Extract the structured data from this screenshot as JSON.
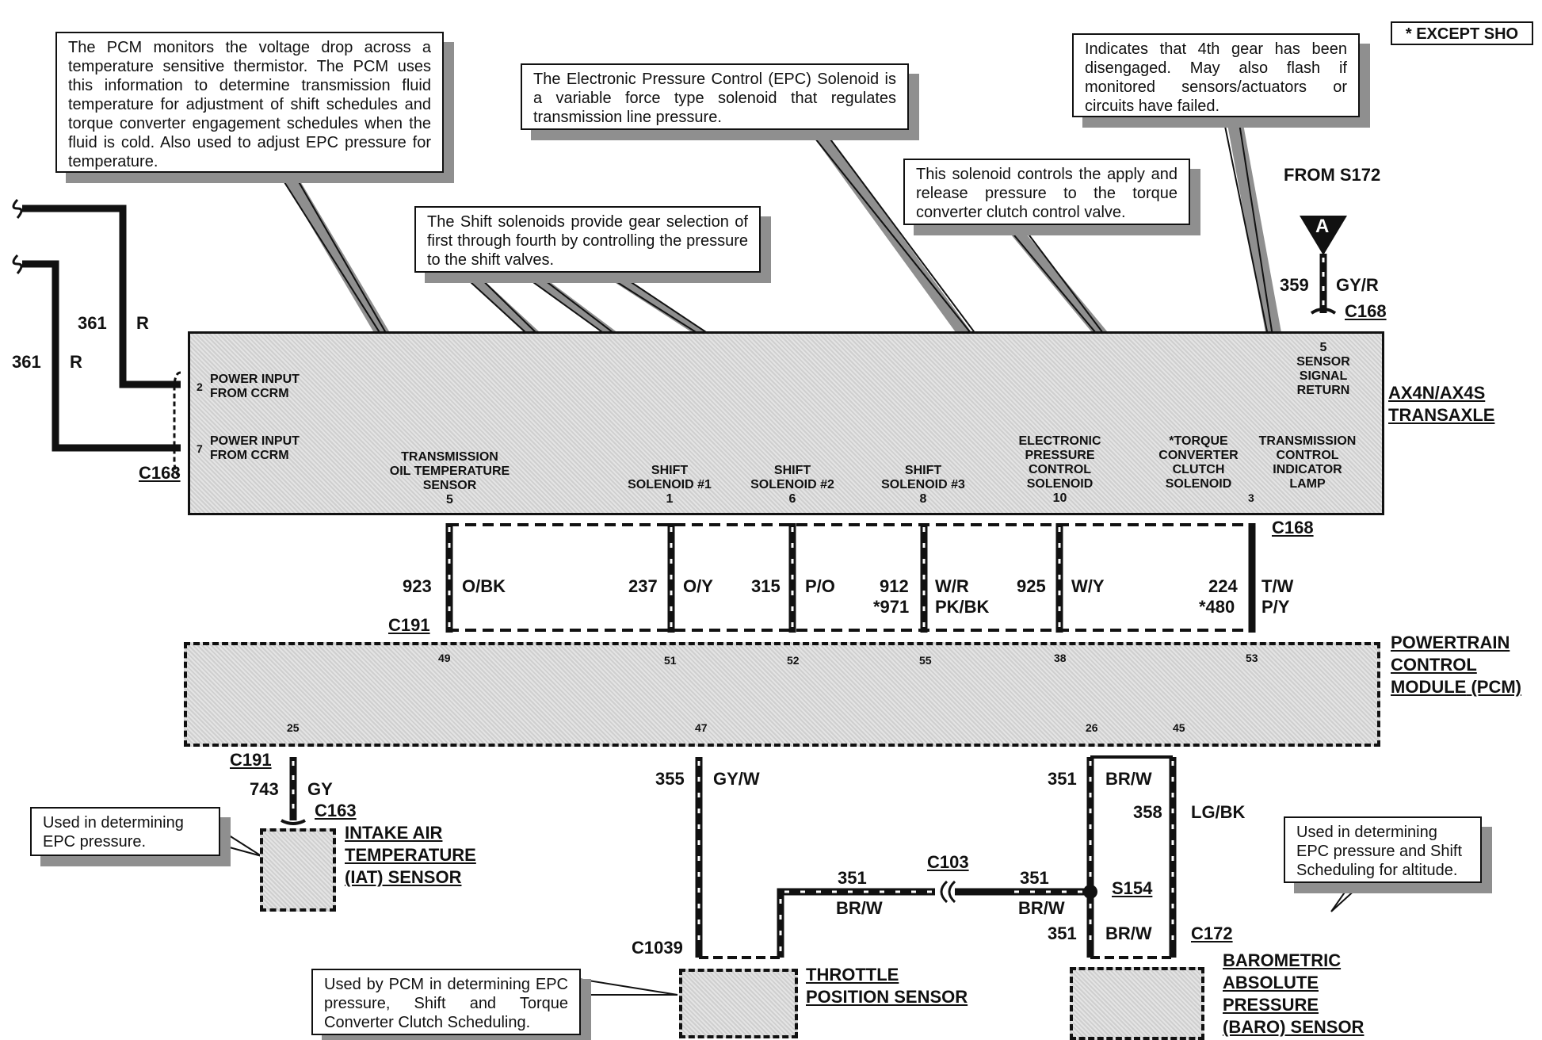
{
  "legend": {
    "except_sho": "* EXCEPT SHO"
  },
  "callouts": {
    "thermistor": "The PCM monitors the voltage drop across a temperature sensitive thermistor. The PCM uses this information to determine transmission fluid temperature for adjustment of shift schedules and torque converter engagement schedules when the fluid is cold.  Also used to adjust EPC pressure for temperature.",
    "epc": "The Electronic Pressure Control (EPC) Solenoid is a variable force type solenoid that regulates transmission line pressure.",
    "shift": "The Shift solenoids provide gear selection of first through fourth by controlling the pressure to the shift valves.",
    "tcc": "This solenoid controls the apply and release pressure to the torque converter clutch control valve.",
    "fourth_gear": "Indicates that 4th gear has been disengaged. May also flash if monitored sensors/actuators or circuits have failed.",
    "iat": "Used in determining EPC pressure.",
    "tps": "Used by PCM in determining EPC pressure, Shift and Torque Converter Clutch Scheduling.",
    "baro": "Used in determining EPC pressure and Shift Scheduling for altitude."
  },
  "transaxle": {
    "name_line1": "AX4N/AX4S",
    "name_line2": "TRANSAXLE",
    "connector": "C168",
    "power1_pin": "2",
    "power1_line1": "POWER INPUT",
    "power1_line2": "FROM CCRM",
    "power2_pin": "7",
    "power2_line1": "POWER INPUT",
    "power2_line2": "FROM CCRM",
    "tot_line1": "TRANSMISSION",
    "tot_line2": "OIL TEMPERATURE",
    "tot_line3": "SENSOR",
    "tot_pin": "5",
    "ss1_line1": "SHIFT",
    "ss1_line2": "SOLENOID #1",
    "ss1_pin": "1",
    "ss2_line1": "SHIFT",
    "ss2_line2": "SOLENOID #2",
    "ss2_pin": "6",
    "ss3_line1": "SHIFT",
    "ss3_line2": "SOLENOID #3",
    "ss3_pin": "8",
    "epc_line1": "ELECTRONIC",
    "epc_line2": "PRESSURE",
    "epc_line3": "CONTROL",
    "epc_line4": "SOLENOID",
    "epc_pin": "10",
    "tcc_line1": "*TORQUE",
    "tcc_line2": "CONVERTER",
    "tcc_line3": "CLUTCH",
    "tcc_line4": "SOLENOID",
    "tcil_line1": "TRANSMISSION",
    "tcil_line2": "CONTROL",
    "tcil_line3": "INDICATOR",
    "tcil_line4": "LAMP",
    "tcil_pin": "3",
    "ssr_pin": "5",
    "ssr_line1": "SENSOR",
    "ssr_line2": "SIGNAL",
    "ssr_line3": "RETURN"
  },
  "pcm": {
    "line1": "POWERTRAIN",
    "line2": "CONTROL",
    "line3": "MODULE",
    "line3b": "(PCM)",
    "pins_top": [
      "49",
      "51",
      "52",
      "55",
      "38",
      "53"
    ],
    "pins_bottom": [
      "25",
      "47",
      "26",
      "45"
    ]
  },
  "wires": {
    "w361a": "361",
    "w361a_c": "R",
    "w361b": "361",
    "w361b_c": "R",
    "w923": "923",
    "w923_c": "O/BK",
    "w237": "237",
    "w237_c": "O/Y",
    "w315": "315",
    "w315_c": "P/O",
    "w912": "912",
    "w912_c": "W/R",
    "w971": "*971",
    "w971_c": "PK/BK",
    "w925": "925",
    "w925_c": "W/Y",
    "w224": "224",
    "w224_c": "T/W",
    "w480": "*480",
    "w480_c": "P/Y",
    "w359": "359",
    "w359_c": "GY/R",
    "w743": "743",
    "w743_c": "GY",
    "w355": "355",
    "w355_c": "GY/W",
    "w351a": "351",
    "w351a_c": "BR/W",
    "w358": "358",
    "w358_c": "LG/BK",
    "w351b": "351",
    "w351b_c": "BR/W",
    "w351c": "351",
    "w351c_c": "BR/W",
    "w351d": "351",
    "w351d_c": "BR/W"
  },
  "connectors": {
    "c168_left": "C168",
    "c168_right": "C168",
    "c168_top": "C168",
    "c191_top": "C191",
    "c191_bottom": "C191",
    "c163": "C163",
    "c103": "C103",
    "s154": "S154",
    "c172": "C172",
    "c1039": "C1039",
    "from_s172": "FROM S172",
    "splice_a": "A"
  },
  "sensors": {
    "iat_line1": "INTAKE AIR",
    "iat_line2": "TEMPERATURE",
    "iat_line3": "(IAT) SENSOR",
    "tps_line1": "THROTTLE",
    "tps_line2": "POSITION SENSOR",
    "baro_line1": "BAROMETRIC",
    "baro_line2": "ABSOLUTE",
    "baro_line3": "PRESSURE",
    "baro_line4": "(BARO) SENSOR"
  }
}
